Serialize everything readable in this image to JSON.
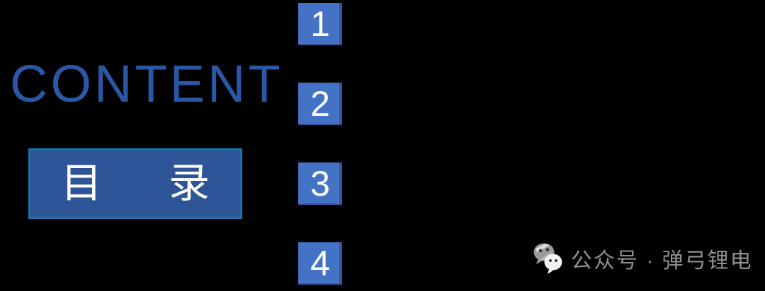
{
  "slide": {
    "background_color": "#000000",
    "title": {
      "text": "CONTENT",
      "color": "#2b57a5"
    },
    "toc_box": {
      "chars": [
        "目",
        "录"
      ],
      "fill_color": "#2e5597",
      "border_color": "#1b72ad",
      "text_color": "#ffffff"
    },
    "items": [
      {
        "number": "1"
      },
      {
        "number": "2"
      },
      {
        "number": "3"
      },
      {
        "number": "4"
      }
    ],
    "item_square_color": "#4472c4",
    "item_number_color": "#ffffff",
    "watermark": {
      "icon": "wechat-icon",
      "text": "公众号 · 弹弓锂电",
      "text_color": "#8f8f8f"
    }
  }
}
